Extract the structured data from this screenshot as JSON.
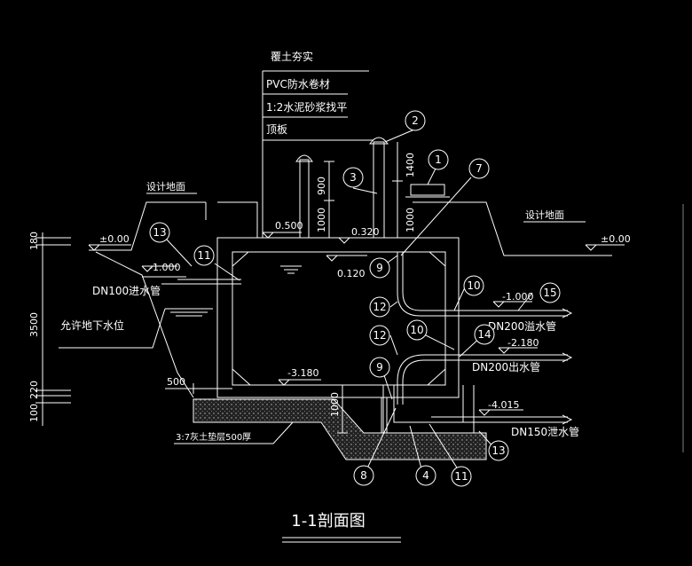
{
  "title": "1-1剖面图",
  "layers": [
    "覆土夯实",
    "PVC防水卷材",
    "1:2水泥砂浆找平",
    "顶板"
  ],
  "labels": {
    "ground_left": "设计地面",
    "ground_right": "设计地面",
    "inlet_pipe": "DN100进水管",
    "water_table": "允许地下水位",
    "overflow_pipe": "DN200溢水管",
    "outlet_pipe": "DN200出水管",
    "drain_pipe": "DN150泄水管",
    "cushion": "3:7灰土垫层500厚"
  },
  "elevations": {
    "left_ground": "±0.00",
    "right_ground": "±0.00",
    "inlet": "-1.000",
    "water_level": "0.500",
    "top_a": "0.320",
    "top_b": "0.120",
    "overflow": "-1.000",
    "outlet": "-2.180",
    "bottom": "-3.180",
    "drain": "-4.015"
  },
  "dims": {
    "left_180": "180",
    "left_3500": "3500",
    "left_220": "220",
    "left_100": "100",
    "vent_900": "900",
    "vent_1000": "1000",
    "riser_1400": "1400",
    "riser_1000": "1000",
    "wall_500": "500",
    "sump_1000": "1000"
  },
  "callouts": [
    "1",
    "2",
    "3",
    "4",
    "7",
    "8",
    "9",
    "9",
    "10",
    "10",
    "11",
    "11",
    "12",
    "12",
    "13",
    "13",
    "14",
    "15"
  ]
}
